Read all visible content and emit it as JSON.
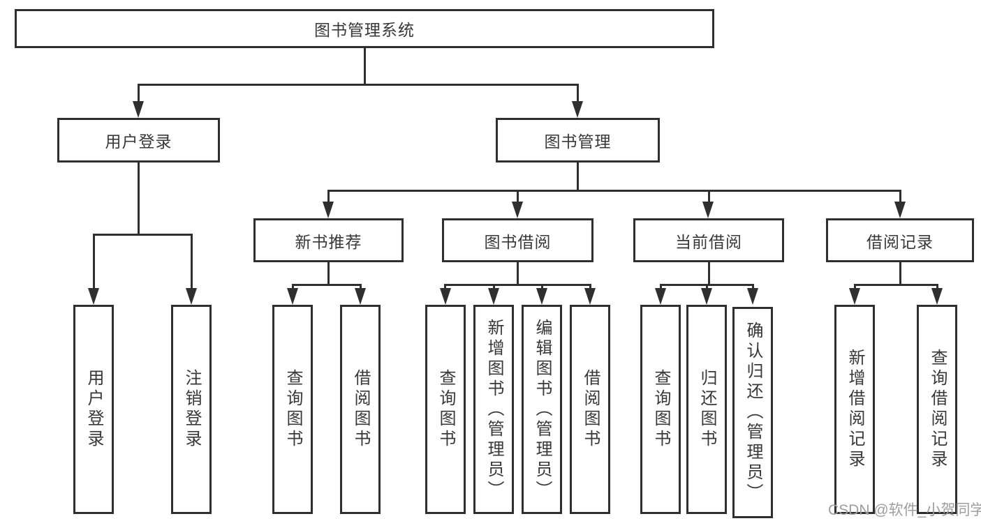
{
  "diagram": {
    "root": {
      "label": "图书管理系统"
    },
    "level2": [
      {
        "label": "用户登录"
      },
      {
        "label": "图书管理"
      }
    ],
    "level3": [
      {
        "label": "新书推荐"
      },
      {
        "label": "图书借阅"
      },
      {
        "label": "当前借阅"
      },
      {
        "label": "借阅记录"
      }
    ],
    "leaves": {
      "user_login": [
        "用户登录",
        "注销登录"
      ],
      "new_book": [
        "查询图书",
        "借阅图书"
      ],
      "borrow": [
        "查询图书",
        "新增图书（管理员）",
        "编辑图书（管理员）",
        "借阅图书"
      ],
      "current": [
        "查询图书",
        "归还图书",
        "确认归还（管理员）"
      ],
      "records": [
        "新增借阅记录",
        "查询借阅记录"
      ]
    }
  },
  "watermark": {
    "text": "CSDN @软件_小贺同学"
  },
  "colors": {
    "line": "#2f2f2f",
    "text": "#383838",
    "watermark": "#9e9e9e",
    "background": "#ffffff"
  }
}
